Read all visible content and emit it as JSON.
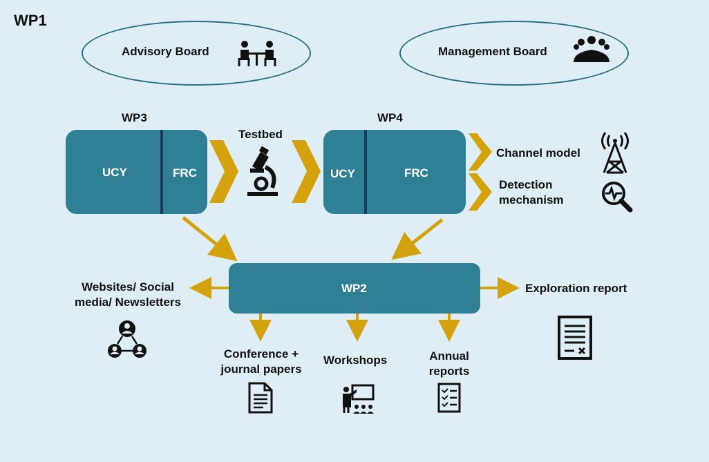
{
  "title": "WP1",
  "boards": {
    "advisory": "Advisory Board",
    "management": "Management Board"
  },
  "wp3": {
    "title": "WP3",
    "left": "UCY",
    "right": "FRC"
  },
  "testbed": "Testbed",
  "wp4": {
    "title": "WP4",
    "left": "UCY",
    "right": "FRC"
  },
  "outputs_wp4": {
    "channel_model": "Channel model",
    "detection_line1": "Detection",
    "detection_line2": "mechanism"
  },
  "wp2": {
    "label": "WP2"
  },
  "dissemination": {
    "websites_line1": "Websites/ Social",
    "websites_line2": "media/ Newsletters",
    "exploration": "Exploration report",
    "conference_line1": "Conference +",
    "conference_line2": "journal papers",
    "workshops": "Workshops",
    "annual_line1": "Annual",
    "annual_line2": "reports"
  },
  "colors": {
    "box": "#2f8095",
    "divider": "#1d3e5a",
    "arrow": "#d4a20c",
    "ellipse_border": "#2a6e86",
    "background": "#deeef4"
  },
  "icons": {
    "advisory": "meeting-table-icon",
    "management": "group-icon",
    "testbed": "microscope-icon",
    "channel_model": "antenna-tower-icon",
    "detection": "signal-magnifier-icon",
    "websites": "network-people-icon",
    "exploration": "report-document-icon",
    "conference": "paper-document-icon",
    "workshops": "presenter-icon",
    "annual": "checklist-icon"
  }
}
